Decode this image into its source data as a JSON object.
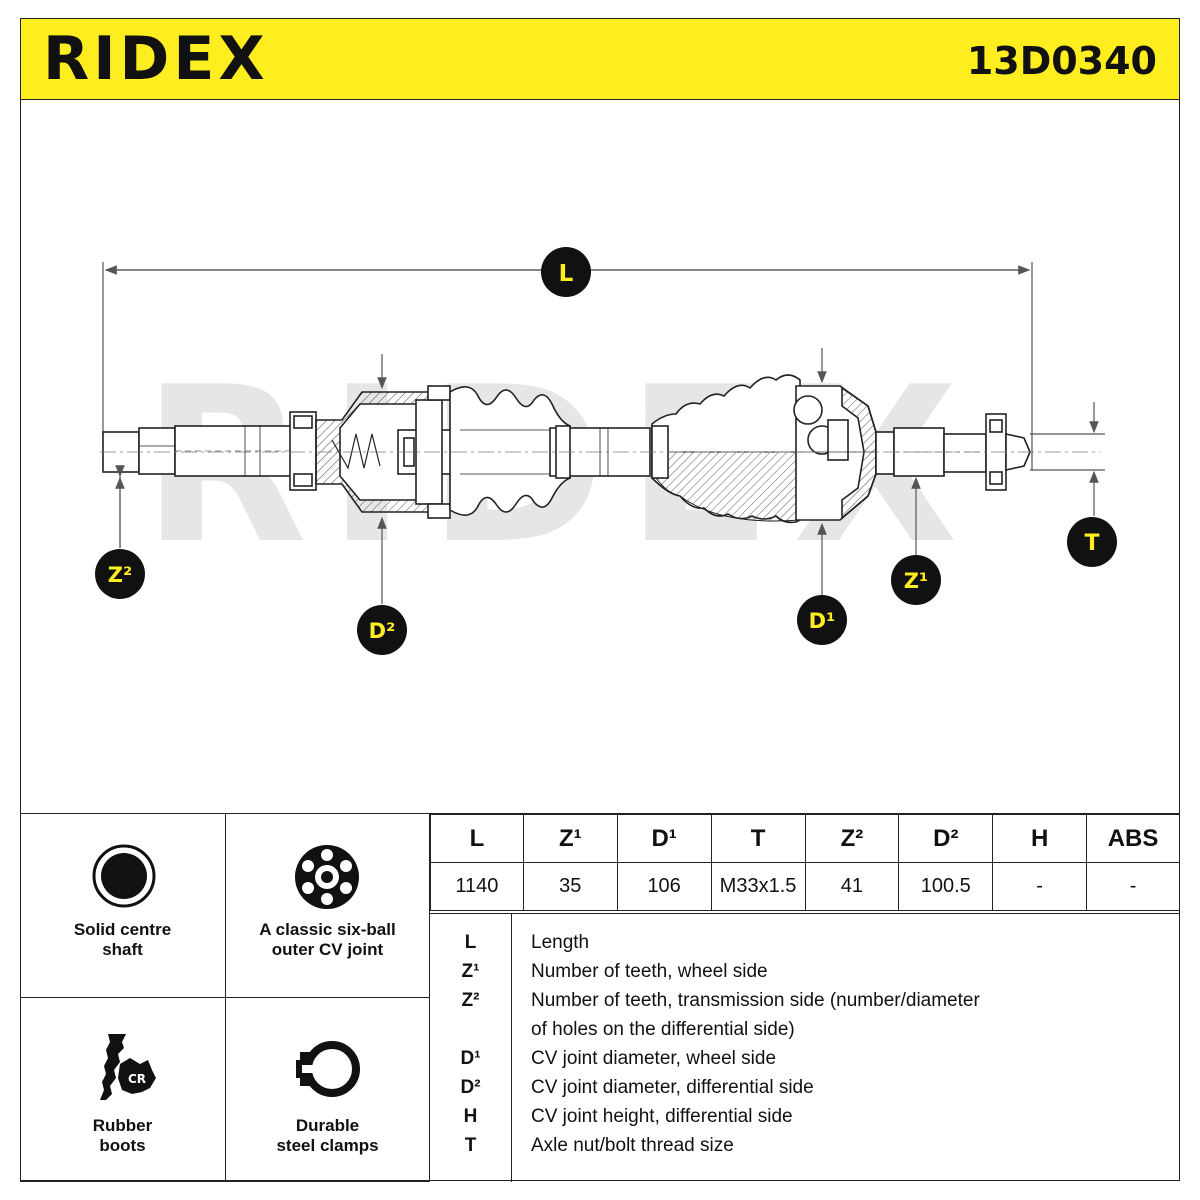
{
  "header": {
    "brand": "RIDEX",
    "part_number": "13D0340"
  },
  "colors": {
    "accent": "#ffee1f",
    "line": "#222222",
    "watermark": "#e6e6e6"
  },
  "drawing": {
    "watermark": "RIDEX",
    "markers": {
      "L": "L",
      "Z2": "Z²",
      "D2": "D²",
      "D1": "D¹",
      "Z1": "Z¹",
      "T": "T"
    }
  },
  "features": [
    {
      "label": "Solid centre\nshaft",
      "icon": "solid-shaft-icon"
    },
    {
      "label": "A classic six-ball\nouter CV joint",
      "icon": "six-ball-joint-icon"
    },
    {
      "label": "Rubber\nboots",
      "icon": "rubber-boot-cr-icon",
      "badge": "CR"
    },
    {
      "label": "Durable\nsteel clamps",
      "icon": "steel-clamp-icon"
    }
  ],
  "spec_table": {
    "headers": [
      "L",
      "Z¹",
      "D¹",
      "T",
      "Z²",
      "D²",
      "H",
      "ABS"
    ],
    "values": [
      "1140",
      "35",
      "106",
      "M33x1.5",
      "41",
      "100.5",
      "-",
      "-"
    ]
  },
  "legend": [
    {
      "symbol": "L",
      "text": "Length"
    },
    {
      "symbol": "Z¹",
      "text": "Number of teeth, wheel side"
    },
    {
      "symbol": "Z²",
      "text": "Number of teeth, transmission side (number/diameter"
    },
    {
      "symbol": "",
      "text": "of holes on the differential side)"
    },
    {
      "symbol": "D¹",
      "text": "CV joint diameter, wheel side"
    },
    {
      "symbol": "D²",
      "text": "CV joint diameter, differential side"
    },
    {
      "symbol": "H",
      "text": "CV joint height, differential side"
    },
    {
      "symbol": "T",
      "text": "Axle nut/bolt thread size"
    }
  ]
}
